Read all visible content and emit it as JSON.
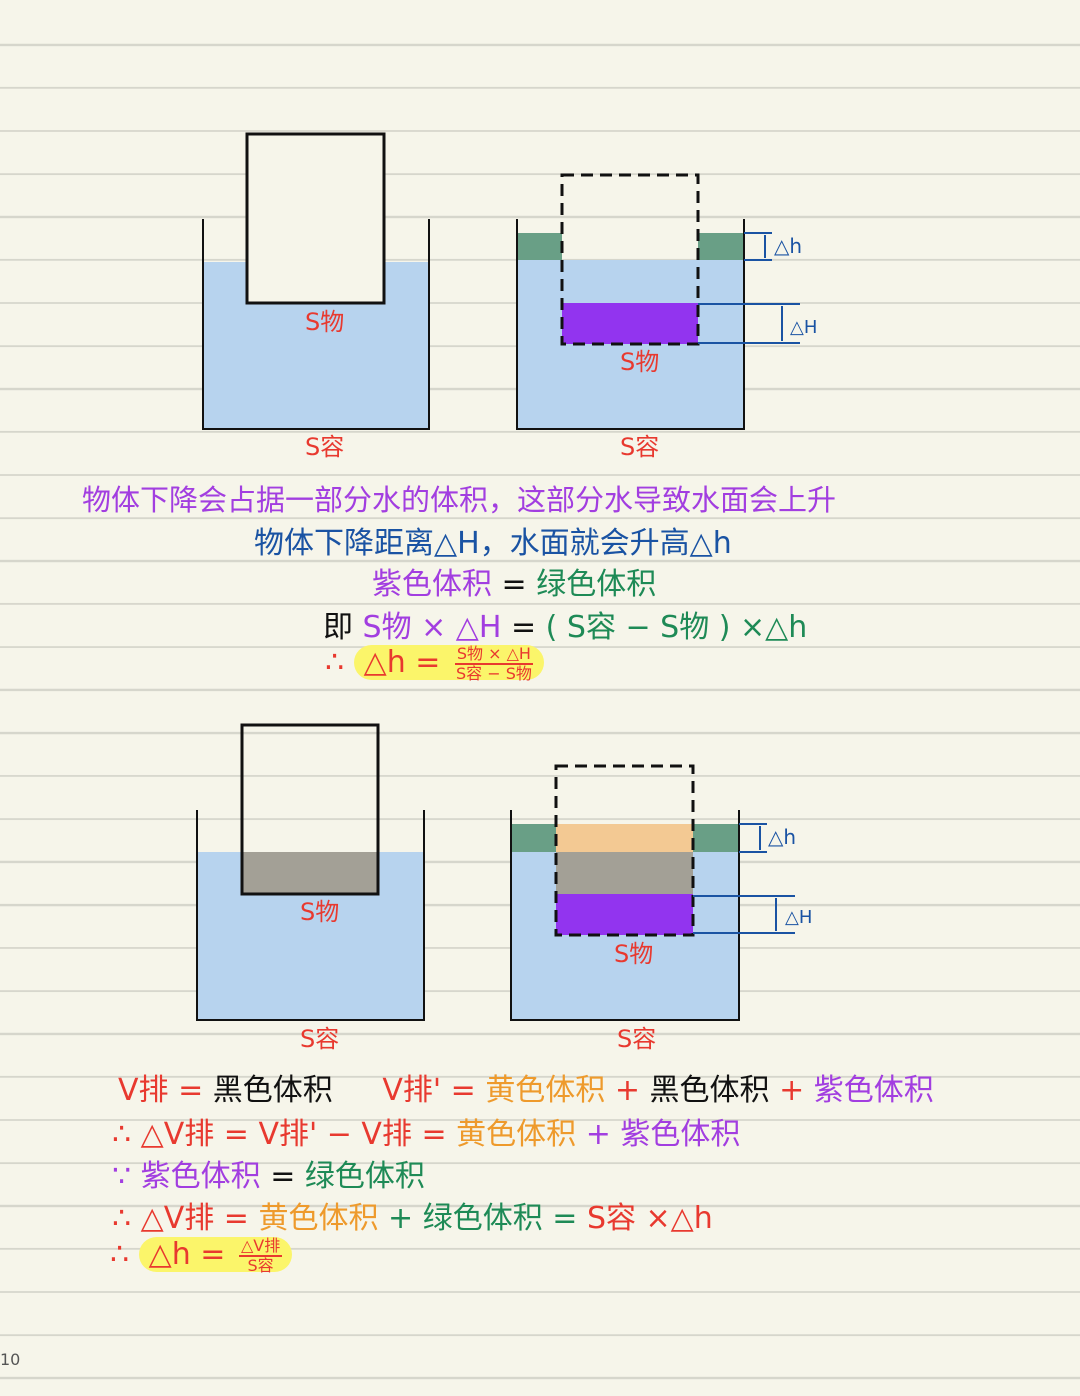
{
  "colors": {
    "water": "#b7d3ee",
    "green_layer": "#699f86",
    "purple": "#9234ef",
    "orange": "#f3c993",
    "grey": "#a3a096",
    "red": "#e8392f",
    "blue": "#1a53a3",
    "dark_green": "#1e8a56",
    "violet": "#a23ee0",
    "orange_text": "#ee9a2c",
    "highlight": "#fbf56a"
  },
  "labels": {
    "s_wu": "S物",
    "s_rong": "S容",
    "delta_h": "△h",
    "delta_H": "△H"
  },
  "text1": {
    "line1": "物体下降会占据一部分水的体积，这部分水导致水面会上升",
    "line2": "物体下降距离△H，水面就会升高△h",
    "line3": {
      "purple": "紫色体积",
      "eq": "=",
      "green": "绿色体积"
    },
    "line4": {
      "prefix": "即",
      "lhs": "S物 × △H",
      "eq": "=",
      "rhs": "( S容 − S物 ) ×△h"
    },
    "line5": {
      "therefore": "∴",
      "lhs": "△h =",
      "num": "S物 × △H",
      "den": "S容 − S物"
    }
  },
  "text2": {
    "line1": {
      "v": "V排",
      "eq1": "=",
      "black": "黑色体积",
      "v2": "V排' =",
      "yellow": "黄色体积",
      "plus1": "+",
      "black2": "黑色体积",
      "plus2": "+",
      "purple": "紫色体积"
    },
    "line2": {
      "therefore": "∴",
      "dv": "△V排 = V排' − V排 =",
      "yellow": "黄色体积",
      "plus": "+",
      "purple": "紫色体积"
    },
    "line3": {
      "because": "∵",
      "purple": "紫色体积",
      "eq": "=",
      "green": "绿色体积"
    },
    "line4": {
      "therefore": "∴",
      "dv": "△V排 =",
      "yellow": "黄色体积",
      "plus": "+",
      "green": "绿色体积",
      "eq": "=",
      "rhs": "S容 ×△h"
    },
    "line5": {
      "therefore": "∴",
      "lhs": "△h =",
      "num": "△V排",
      "den": "S容"
    }
  },
  "page_number": "10"
}
